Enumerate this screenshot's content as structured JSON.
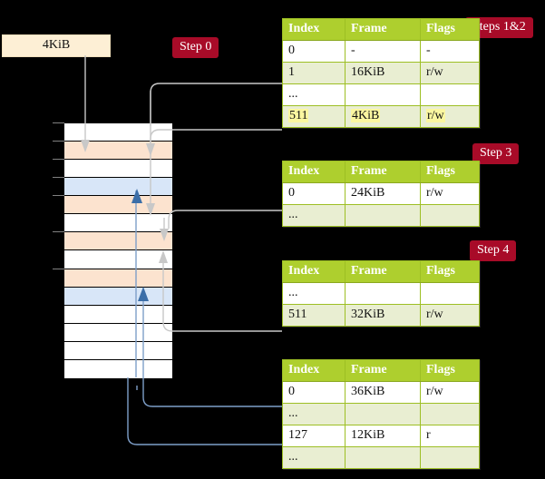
{
  "diagram": {
    "title_hidden": "",
    "background": "#000000",
    "accent_badge": "#a80b28",
    "table_header": "#aecf2e",
    "highlight": "#fbf7a0",
    "row_alt": "#e9eed2",
    "frame_orange": "#fce3cf",
    "frame_blue": "#d8e6f8"
  },
  "source_box": {
    "label": "4KiB"
  },
  "badges": [
    {
      "name": "step-0",
      "label": "Step 0"
    },
    {
      "name": "steps-1-2",
      "label": "Steps 1&2"
    },
    {
      "name": "step-3",
      "label": "Step 3"
    },
    {
      "name": "step-4",
      "label": "Step 4"
    }
  ],
  "tables": [
    {
      "name": "page-table-level-4",
      "columns": [
        "Index",
        "Frame",
        "Flags"
      ],
      "rows": [
        {
          "cells": [
            "0",
            "-",
            "-"
          ],
          "shade": "odd",
          "highlight": [
            false,
            false,
            false
          ]
        },
        {
          "cells": [
            "1",
            "16KiB",
            "r/w"
          ],
          "shade": "even",
          "highlight": [
            false,
            false,
            false
          ]
        },
        {
          "cells": [
            "...",
            "",
            ""
          ],
          "shade": "odd",
          "highlight": [
            false,
            false,
            false
          ]
        },
        {
          "cells": [
            "511",
            "4KiB",
            "r/w"
          ],
          "shade": "even",
          "highlight": [
            true,
            true,
            true
          ]
        }
      ]
    },
    {
      "name": "page-table-level-3",
      "columns": [
        "Index",
        "Frame",
        "Flags"
      ],
      "rows": [
        {
          "cells": [
            "0",
            "24KiB",
            "r/w"
          ],
          "shade": "odd",
          "highlight": [
            false,
            false,
            false
          ]
        },
        {
          "cells": [
            "...",
            "",
            ""
          ],
          "shade": "even",
          "highlight": [
            false,
            false,
            false
          ]
        }
      ]
    },
    {
      "name": "page-table-level-2",
      "columns": [
        "Index",
        "Frame",
        "Flags"
      ],
      "rows": [
        {
          "cells": [
            "...",
            "",
            ""
          ],
          "shade": "odd",
          "highlight": [
            false,
            false,
            false
          ]
        },
        {
          "cells": [
            "511",
            "32KiB",
            "r/w"
          ],
          "shade": "even",
          "highlight": [
            false,
            false,
            false
          ]
        }
      ]
    },
    {
      "name": "page-table-level-1",
      "columns": [
        "Index",
        "Frame",
        "Flags"
      ],
      "rows": [
        {
          "cells": [
            "0",
            "36KiB",
            "r/w"
          ],
          "shade": "odd",
          "highlight": [
            false,
            false,
            false
          ]
        },
        {
          "cells": [
            "...",
            "",
            ""
          ],
          "shade": "even",
          "highlight": [
            false,
            false,
            false
          ]
        },
        {
          "cells": [
            "127",
            "12KiB",
            "r"
          ],
          "shade": "odd",
          "highlight": [
            false,
            false,
            false
          ]
        },
        {
          "cells": [
            "...",
            "",
            ""
          ],
          "shade": "even",
          "highlight": [
            false,
            false,
            false
          ]
        }
      ]
    }
  ],
  "memory_bar": {
    "name": "physical-memory-bar",
    "frames": [
      {
        "index": 0,
        "fill": "white"
      },
      {
        "index": 1,
        "fill": "orange"
      },
      {
        "index": 2,
        "fill": "white"
      },
      {
        "index": 3,
        "fill": "blue"
      },
      {
        "index": 4,
        "fill": "orange"
      },
      {
        "index": 5,
        "fill": "white"
      },
      {
        "index": 6,
        "fill": "orange"
      },
      {
        "index": 7,
        "fill": "white"
      },
      {
        "index": 8,
        "fill": "orange"
      },
      {
        "index": 9,
        "fill": "blue"
      },
      {
        "index": 10,
        "fill": "white"
      },
      {
        "index": 11,
        "fill": "white"
      },
      {
        "index": 12,
        "fill": "white"
      },
      {
        "index": 13,
        "fill": "white"
      }
    ]
  }
}
